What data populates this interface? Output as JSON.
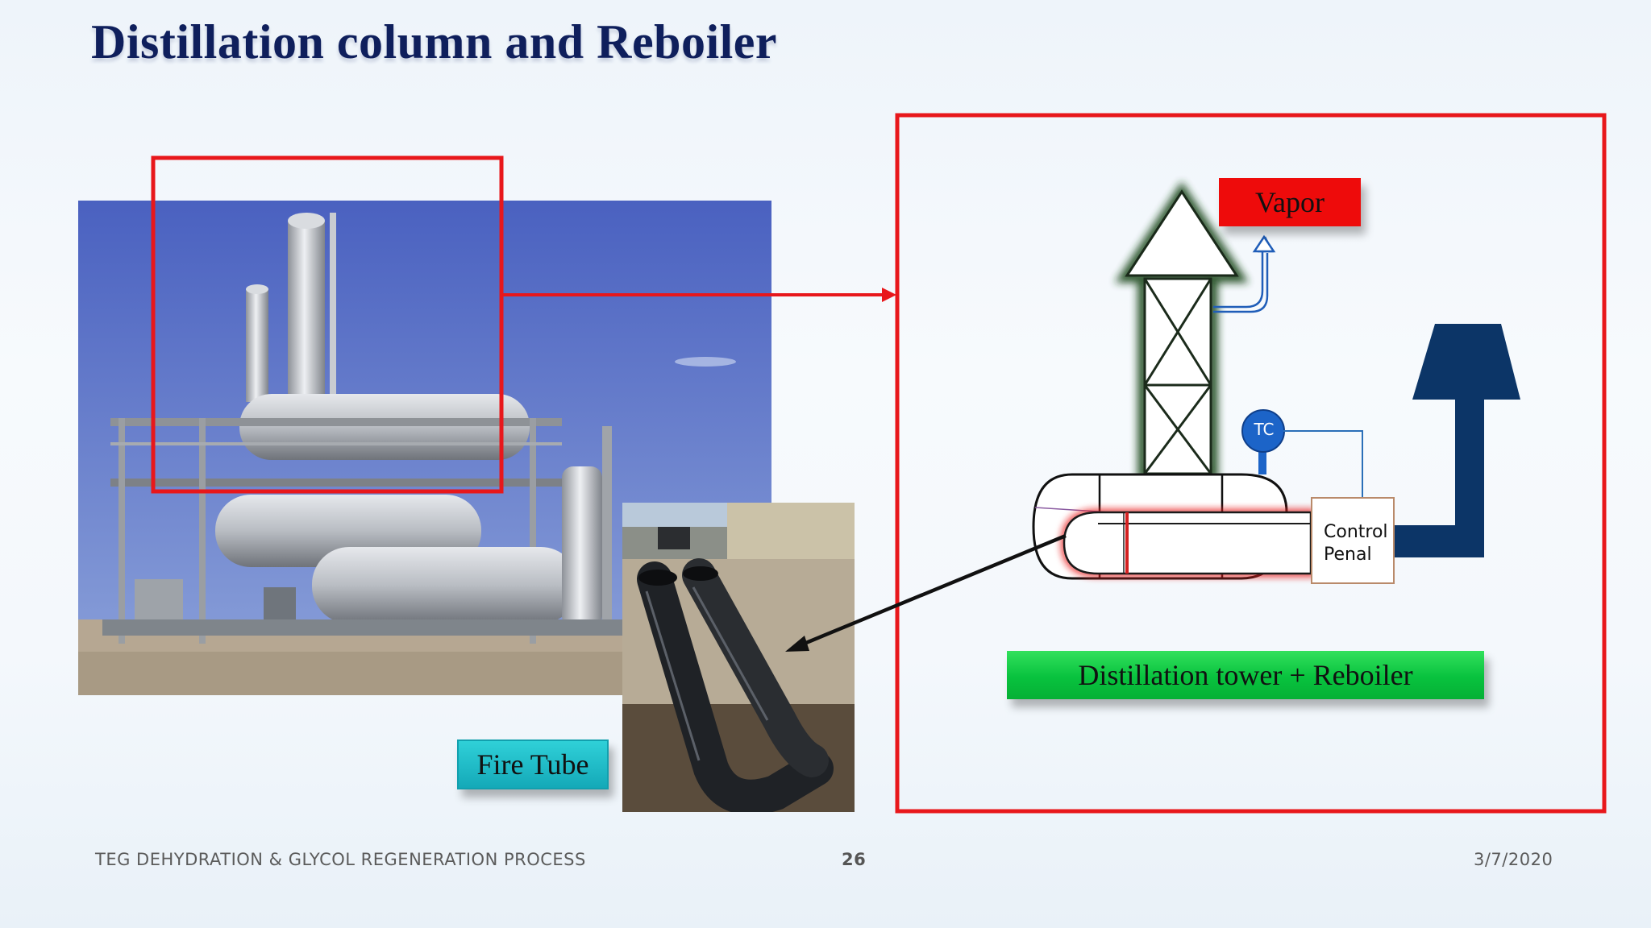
{
  "slide": {
    "title": "Distillation column and Reboiler",
    "footer_left": "TEG DEHYDRATION & GLYCOL REGENERATION PROCESS",
    "page_number": "26",
    "date": "3/7/2020"
  },
  "labels": {
    "fire_tube": "Fire Tube",
    "vapor": "Vapor",
    "tc": "TC",
    "control_line1": "Control",
    "control_line2": "Penal",
    "distillation": "Distillation tower + Reboiler"
  },
  "colors": {
    "title": "#0f1f5c",
    "highlight_red": "#e8171b",
    "vapor_tag": "#ee0b0b",
    "fire_tube_tag": "#1fbcc8",
    "tower_tag": "#08c23e",
    "tc_blue": "#1c64c8",
    "exhaust_navy": "#0c3567"
  }
}
